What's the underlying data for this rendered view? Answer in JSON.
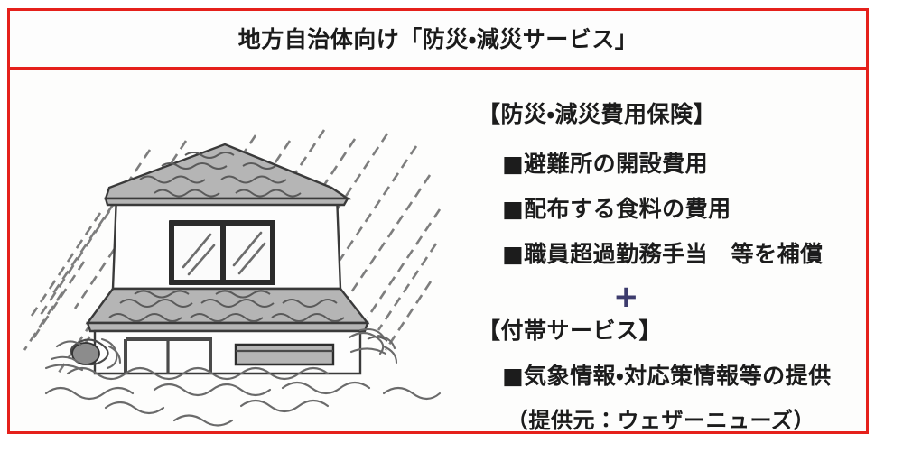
{
  "colors": {
    "frame_red": "#e5201b",
    "text_dark": "#1c1c1c",
    "plus_navy": "#3d3c6d",
    "roof_gray": "#b5b5b5",
    "line_gray": "#5a5a5a",
    "wall_white": "#fdfdfd"
  },
  "header": {
    "title": "地方自治体向け「防災・減災サービス」"
  },
  "illustration": {
    "alt_name": "flooded-house-in-rain-illustration",
    "elements": {
      "rain": "rain-dashes",
      "upper_roof": "tiled-upper-roof",
      "lower_roof": "tiled-lower-roof",
      "window": "two-pane-window",
      "flood_water": "flood-water-waves",
      "splash": "water-splash"
    }
  },
  "content": {
    "insurance": {
      "heading": "【防災・減災費用保険】",
      "bullets": [
        "■避難所の開設費用",
        "■配布する食料の費用",
        "■職員超過勤務手当　等を補償"
      ]
    },
    "plus": "+",
    "附帯": {
      "heading": "【付帯サービス】",
      "bullets": [
        "■気象情報・対応策情報等の提供"
      ],
      "note": "（提供元：ウェザーニューズ）"
    }
  }
}
